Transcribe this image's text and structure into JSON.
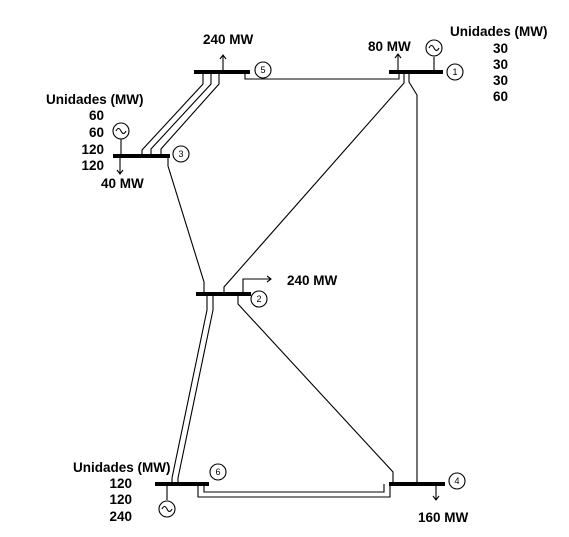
{
  "buses": [
    {
      "id": "1",
      "label": "1"
    },
    {
      "id": "2",
      "label": "2"
    },
    {
      "id": "3",
      "label": "3"
    },
    {
      "id": "4",
      "label": "4"
    },
    {
      "id": "5",
      "label": "5"
    },
    {
      "id": "6",
      "label": "6"
    }
  ],
  "loads": {
    "bus1": "80 MW",
    "bus2": "240 MW",
    "bus3": "40 MW",
    "bus4": "160 MW",
    "bus5": "240 MW"
  },
  "generators": {
    "bus1": {
      "title": "Unidades (MW)",
      "units": [
        "30",
        "30",
        "30",
        "60"
      ]
    },
    "bus3": {
      "title": "Unidades (MW)",
      "units": [
        "60",
        "60",
        "120",
        "120"
      ]
    },
    "bus6": {
      "title": "Unidades (MW)",
      "units": [
        "120",
        "120",
        "240"
      ]
    }
  },
  "lines": [
    {
      "from": "1",
      "to": "5",
      "circuits": 1
    },
    {
      "from": "1",
      "to": "2",
      "circuits": 1
    },
    {
      "from": "1",
      "to": "4",
      "circuits": 1
    },
    {
      "from": "3",
      "to": "5",
      "circuits": 3
    },
    {
      "from": "3",
      "to": "2",
      "circuits": 1
    },
    {
      "from": "2",
      "to": "6",
      "circuits": 2
    },
    {
      "from": "2",
      "to": "4",
      "circuits": 1
    },
    {
      "from": "6",
      "to": "4",
      "circuits": 2
    }
  ],
  "icons": {
    "generator": "ac-source-icon",
    "load": "arrow-icon"
  }
}
